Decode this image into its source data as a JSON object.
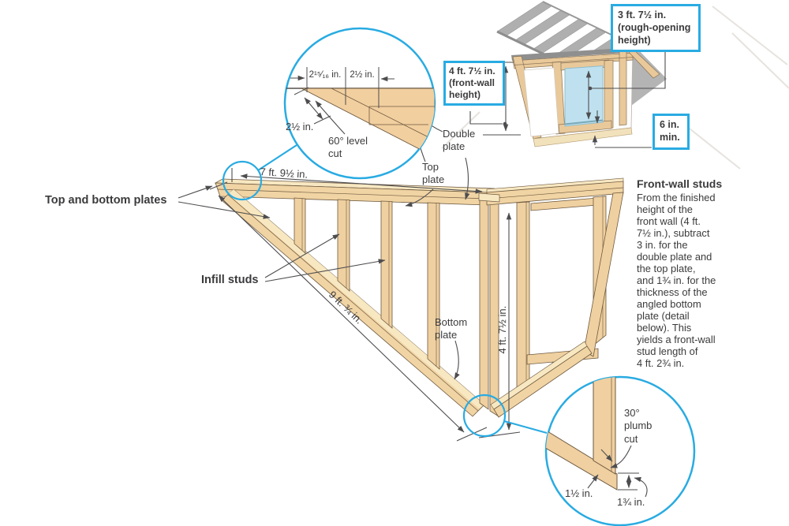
{
  "colors": {
    "accent_cyan": "#29ABE2",
    "wood_face": "#F1D4A4",
    "wood_light": "#F8E8C2",
    "window_blue": "#BFE1EF",
    "line_gray": "#4D4D4F",
    "roof_gray": "#AFAFAF"
  },
  "main": {
    "plates_label": "Top and bottom plates",
    "infill_label": "Infill studs",
    "top_length": "7 ft. 9½ in.",
    "slope_length": "9 ft. ¾ in.",
    "wall_height": "4 ft. 7½ in."
  },
  "plate_labels": {
    "double_plate": "Double\nplate",
    "top_plate": "Top\nplate",
    "bottom_plate": "Bottom\nplate"
  },
  "detail_top": {
    "width_a": "2¹⁵⁄₁₆ in.",
    "width_b": "2½ in.",
    "thickness": "2½ in.",
    "cut_label": "60° level\ncut"
  },
  "detail_bottom": {
    "cut_label": "30°\nplumb\ncut",
    "plate_width": "1½ in.",
    "cut_height": "1¾ in."
  },
  "mini": {
    "rough_opening": "3 ft. 7½ in.\n(rough-opening\nheight)",
    "front_wall_height": "4 ft. 7½ in.\n(front-wall\nheight)",
    "min_clearance": "6 in.\nmin."
  },
  "note": {
    "title": "Front-wall studs",
    "body": "From the finished\nheight of the\nfront wall (4 ft.\n7½ in.), subtract\n3 in. for the\ndouble plate and\nthe top plate,\nand 1¾ in. for the\nthickness of the\nangled bottom\nplate (detail\nbelow). This\nyields a front-wall\nstud length of\n4 ft. 2¾ in."
  }
}
